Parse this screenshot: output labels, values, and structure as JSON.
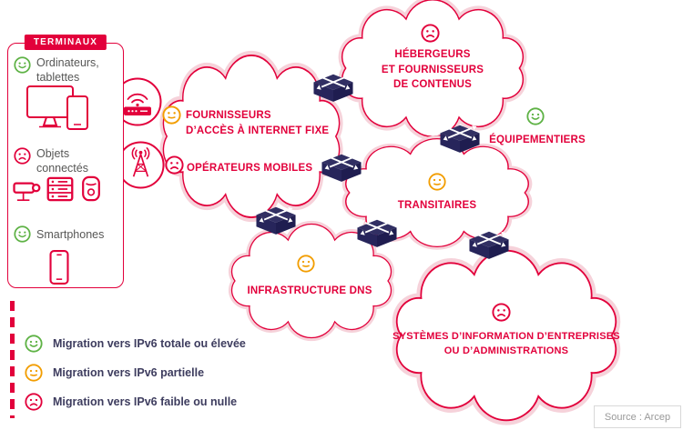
{
  "terminals": {
    "title": "TERMINAUX",
    "items": [
      {
        "line1": "Ordinateurs,",
        "line2": "tablettes",
        "status": "green"
      },
      {
        "line1": "Objets",
        "line2": "connectés",
        "status": "red"
      },
      {
        "line1": "Smartphones",
        "line2": "",
        "status": "green"
      }
    ]
  },
  "clouds": {
    "fai": {
      "line1": "FOURNISSEURS",
      "line2": "D’ACCÈS À INTERNET FIXE",
      "status": "orange"
    },
    "mobile": {
      "label": "OPÉRATEURS MOBILES",
      "status": "red"
    },
    "hebergeurs": {
      "line1": "HÉBERGEURS",
      "line2": "ET FOURNISSEURS",
      "line3": "DE CONTENUS",
      "status": "red"
    },
    "equipementiers": {
      "label": "ÉQUIPEMENTIERS",
      "status": "green"
    },
    "transitaires": {
      "label": "TRANSITAIRES",
      "status": "orange"
    },
    "dns": {
      "label": "INFRASTRUCTURE DNS",
      "status": "orange"
    },
    "si": {
      "line1": "SYSTÈMES D’INFORMATION D’ENTREPRISES",
      "line2": "OU D’ADMINISTRATIONS",
      "status": "red"
    }
  },
  "legend": {
    "items": [
      {
        "label": "Migration vers IPv6 totale ou élevée",
        "status": "green"
      },
      {
        "label": "Migration vers IPv6 partielle",
        "status": "orange"
      },
      {
        "label": "Migration vers IPv6 faible ou nulle",
        "status": "red"
      }
    ]
  },
  "source": {
    "label": "Source : Arcep"
  },
  "colors": {
    "red": "#e2003b",
    "green": "#5eb245",
    "orange": "#f29d00",
    "navy": "#312f63",
    "pink_halo": "#f6d2da"
  }
}
